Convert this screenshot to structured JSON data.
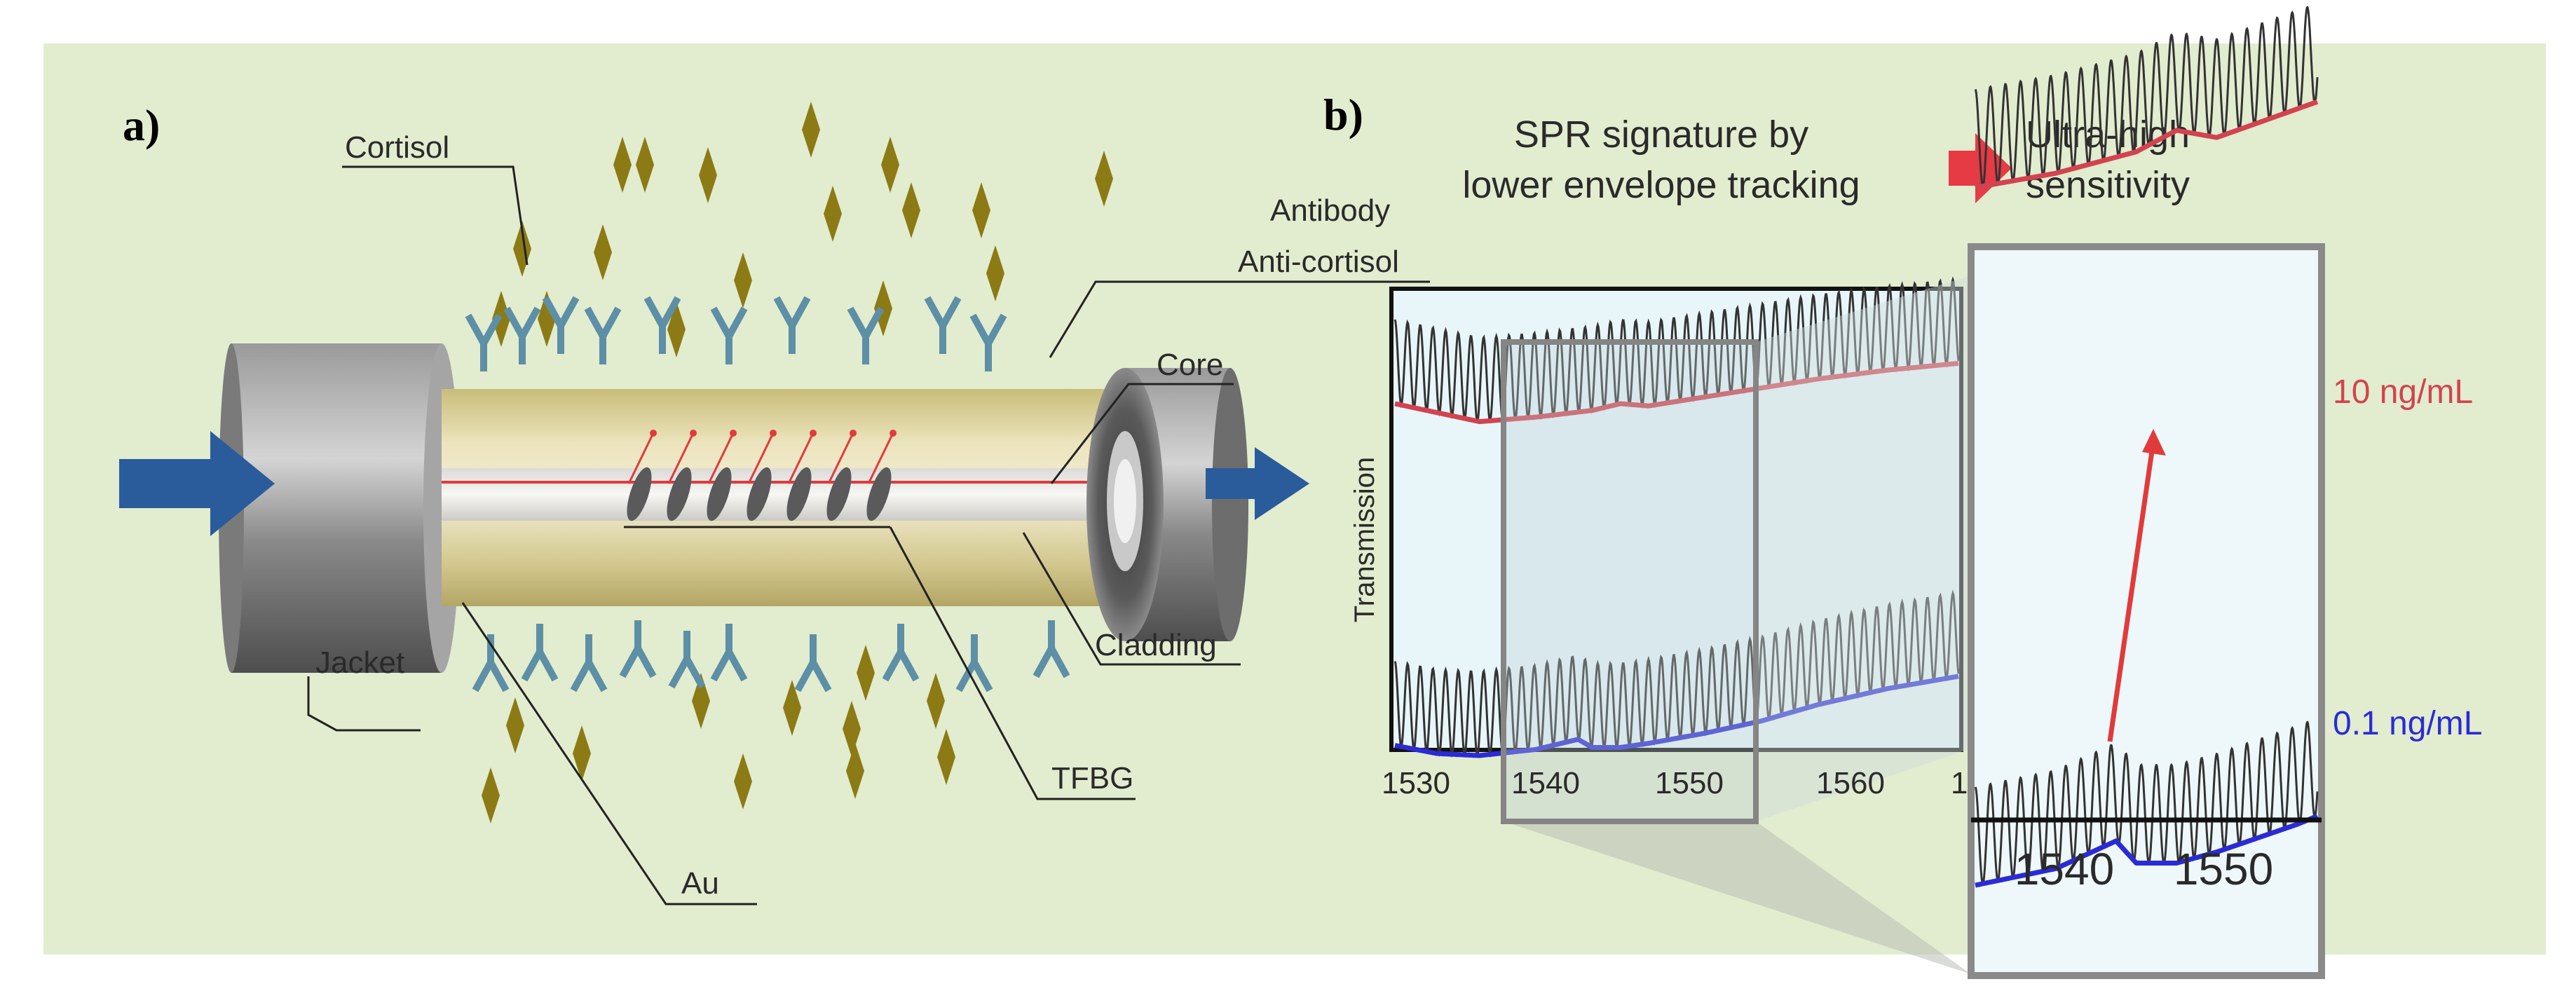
{
  "colors": {
    "background": "#e2eccf",
    "jacket": "#6f6f6f",
    "cladding": "#d8cf9b",
    "core_line": "#e23a3a",
    "arrow_blue": "#2a5c9c",
    "cortisol": "#8c7a14",
    "antibody": "#5d8fa6",
    "plot_bg": "#e8f6fa",
    "high_curve": "#d2434f",
    "low_curve": "#2b2bd6",
    "box_gray": "#858585"
  },
  "panel_a": {
    "letter": "a)",
    "labels": {
      "cortisol": "Cortisol",
      "antibody": "Antibody",
      "anti_cortisol": "Anti-cortisol",
      "core": "Core",
      "cladding": "Cladding",
      "jacket": "Jacket",
      "tfbg": "TFBG",
      "au": "Au"
    }
  },
  "panel_b": {
    "letter": "b)",
    "header_left": [
      "SPR signature by",
      "lower envelope tracking"
    ],
    "header_right": [
      "Ultra-high",
      "sensitivity"
    ],
    "ylabel": "Transmission",
    "main_ticks": [
      "1530",
      "1540",
      "1550",
      "1560",
      "1"
    ],
    "zoom_ticks": [
      "1540",
      "1550"
    ],
    "legend_high": "10 ng/mL",
    "legend_low": "0.1 ng/mL"
  },
  "chart_data": {
    "type": "line",
    "ylabel": "Transmission",
    "x_range": [
      1530,
      1570
    ],
    "zoom_x_range": [
      1536,
      1553
    ],
    "series": [
      {
        "name": "10 ng/mL",
        "x": [
          1530,
          1533,
          1536,
          1540,
          1544,
          1546,
          1548,
          1552,
          1556,
          1560,
          1565,
          1570
        ],
        "y": [
          0.7,
          0.66,
          0.62,
          0.64,
          0.67,
          0.7,
          0.69,
          0.73,
          0.77,
          0.81,
          0.85,
          0.88
        ]
      },
      {
        "name": "0.1 ng/mL",
        "x": [
          1530,
          1533,
          1536,
          1540,
          1543,
          1544,
          1546,
          1548,
          1552,
          1556,
          1560,
          1565,
          1570
        ],
        "y": [
          0.16,
          0.12,
          0.11,
          0.14,
          0.19,
          0.15,
          0.15,
          0.17,
          0.22,
          0.28,
          0.36,
          0.44,
          0.5
        ]
      }
    ]
  }
}
